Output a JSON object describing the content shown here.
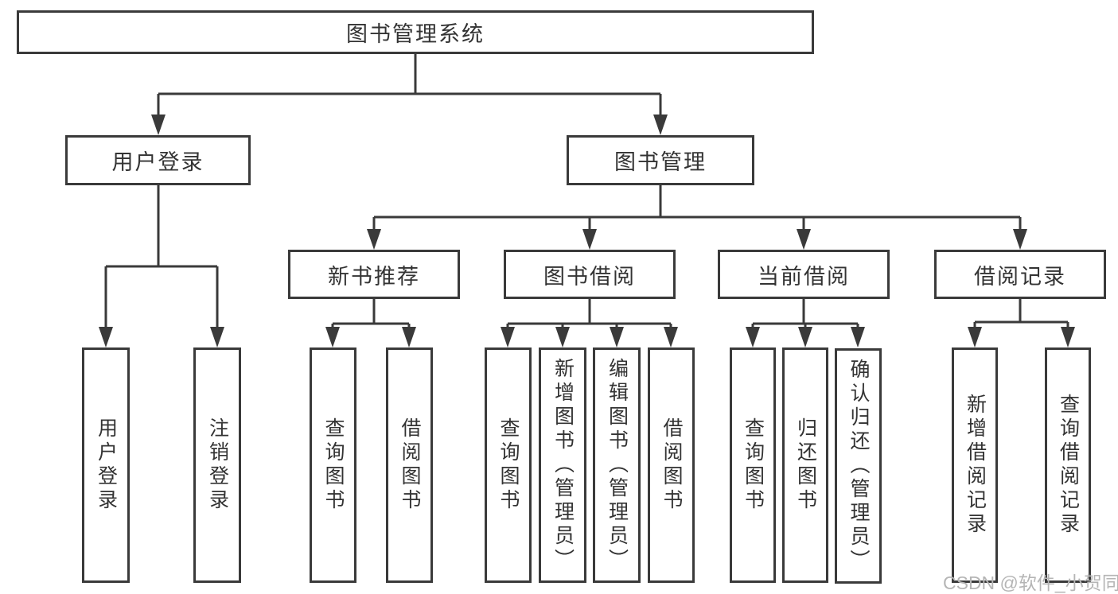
{
  "diagram": {
    "title": "图书管理系统",
    "nodes": {
      "root": "图书管理系统",
      "login": "用户登录",
      "manage": "图书管理",
      "recommend": "新书推荐",
      "borrow": "图书借阅",
      "current": "当前借阅",
      "records": "借阅记录"
    },
    "leaves": [
      "用户登录",
      "注销登录",
      "查询图书",
      "借阅图书",
      "查询图书",
      "新增图书（管理员）",
      "编辑图书（管理员）",
      "借阅图书",
      "查询图书",
      "归还图书",
      "确认归还（管理员）",
      "新增借阅记录",
      "查询借阅记录"
    ],
    "colors": {
      "line": "#3a3a3a",
      "text": "#333333",
      "watermark": "#b5b5b5"
    }
  },
  "watermark": "CSDN @软件_小贺同学"
}
